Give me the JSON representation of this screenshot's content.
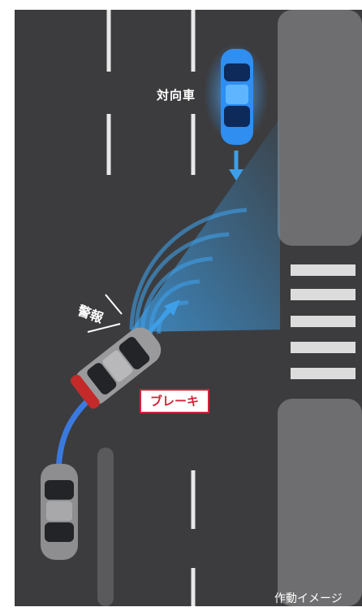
{
  "labels": {
    "oncoming_vehicle": "対向車",
    "warning": "警報",
    "brake": "ブレーキ",
    "caption": "作動イメージ"
  },
  "colors": {
    "road": "#3c3c3e",
    "sidewalk": "#6e6e70",
    "lane_marking": "#e8e8e8",
    "sensor_blue": "#3d9fe8",
    "oncoming_car": "#2f8ef0",
    "brake_red": "#d2243a"
  }
}
